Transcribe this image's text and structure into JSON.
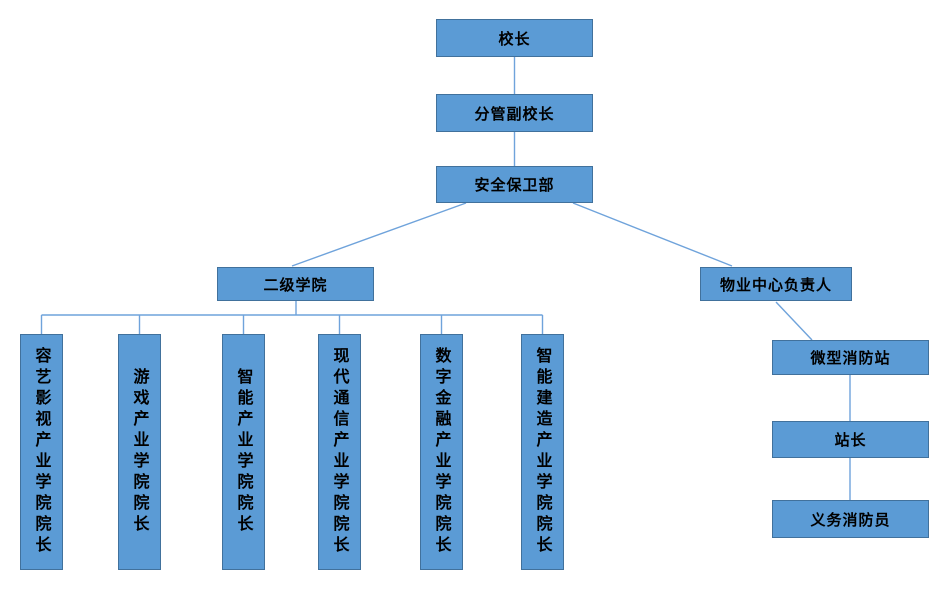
{
  "colors": {
    "background": "#ffffff",
    "node_fill": "#5b9bd5",
    "node_border": "#41719c",
    "connector": "#6fa3db",
    "text": "#000000"
  },
  "org": {
    "principal": "校长",
    "vice_principal": "分管副校长",
    "security_dept": "安全保卫部",
    "secondary_colleges": "二级学院",
    "property_manager": "物业中心负责人",
    "colleges": [
      "容艺影视产业学院院长",
      "游戏产业学院院长",
      "智能产业学院院长",
      "现代通信产业学院院长",
      "数字金融产业学院院长",
      "智能建造产业学院院长"
    ],
    "fire_station": "微型消防站",
    "station_chief": "站长",
    "volunteer_firefighter": "义务消防员"
  }
}
